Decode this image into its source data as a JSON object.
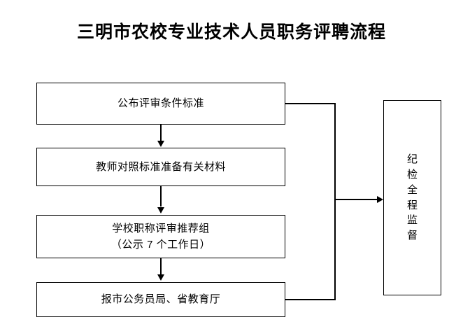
{
  "page": {
    "title": "三明市农校专业技术人员职务评聘流程",
    "background_color": "#ffffff",
    "line_color": "#000000",
    "text_color": "#000000"
  },
  "flow": {
    "steps": [
      {
        "id": "publish",
        "lines": [
          "公布评审条件标准"
        ]
      },
      {
        "id": "prepare",
        "lines": [
          "教师对照标准准备有关材料"
        ]
      },
      {
        "id": "recommend",
        "lines": [
          "学校职称评审推荐组",
          "（公示 7 个工作日）"
        ]
      },
      {
        "id": "report",
        "lines": [
          "报市公务员局、省教育厅"
        ]
      }
    ],
    "supervision": {
      "id": "supervision",
      "text": "纪检全程监督",
      "characters": [
        "纪",
        "检",
        "全",
        "程",
        "监",
        "督"
      ],
      "orientation": "vertical"
    },
    "connectors": [
      {
        "from": "publish",
        "to": "prepare",
        "type": "arrow-down"
      },
      {
        "from": "prepare",
        "to": "recommend",
        "type": "arrow-down"
      },
      {
        "from": "recommend",
        "to": "report",
        "type": "arrow-down"
      },
      {
        "from": "publish+report-bracket",
        "to": "supervision",
        "type": "arrow-right"
      }
    ]
  }
}
